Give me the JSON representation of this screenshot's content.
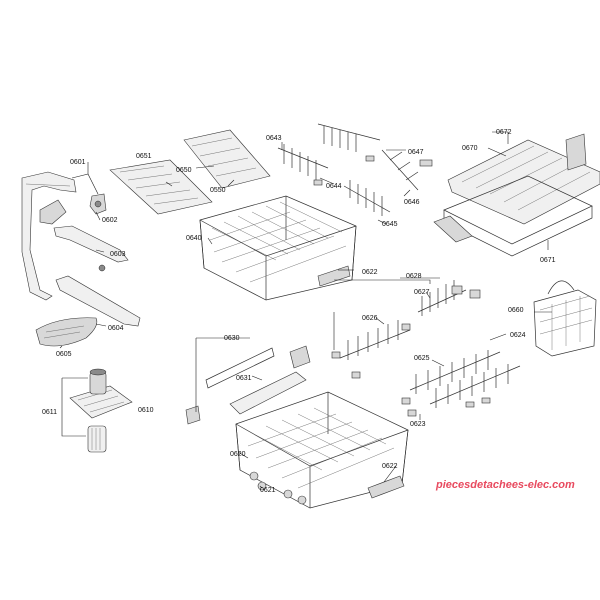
{
  "part_labels": {
    "p0601": "0601",
    "p0602": "0602",
    "p0603": "0603",
    "p0604": "0604",
    "p0605": "0605",
    "p0610": "0610",
    "p0611": "0611",
    "p0620": "0620",
    "p0621": "0621",
    "p0622a": "0622",
    "p0622b": "0622",
    "p0623": "0623",
    "p0624": "0624",
    "p0625": "0625",
    "p0626": "0626",
    "p0627": "0627",
    "p0628": "0628",
    "p0630": "0630",
    "p0631": "0631",
    "p0640": "0640",
    "p0643": "0643",
    "p0644": "0644",
    "p0645": "0645",
    "p0646": "0646",
    "p0647": "0647",
    "p0650": "0650",
    "p0651": "0651",
    "p0550": "0550",
    "p0660": "0660",
    "p0670": "0670",
    "p0671": "0671",
    "p0672": "0672"
  },
  "watermark": "piecesdetachees-elec.com",
  "colors": {
    "line": "#222222",
    "watermark": "#e84a5f",
    "background": "#ffffff"
  }
}
